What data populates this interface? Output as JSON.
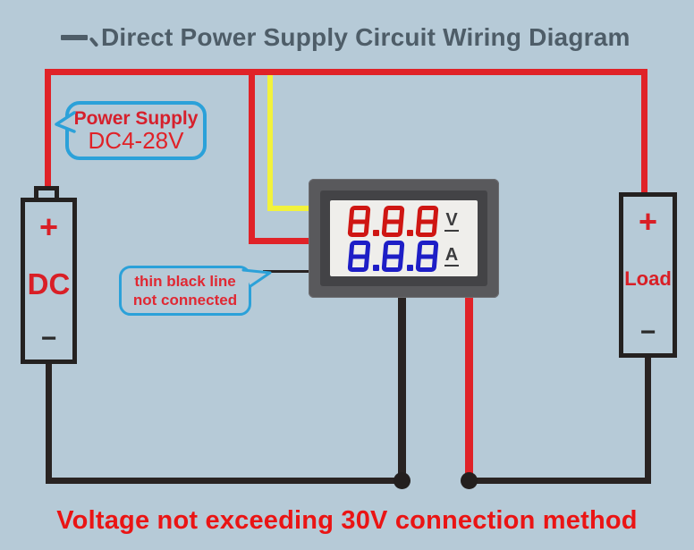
{
  "title": {
    "prefix": "一、",
    "text": "Direct Power Supply Circuit Wiring Diagram"
  },
  "caption": "Voltage not exceeding 30V connection method",
  "callouts": {
    "power_supply": {
      "line1": "Power Supply",
      "line2": "DC4-28V"
    },
    "note": {
      "line1": "thin black line",
      "line2": "not connected"
    }
  },
  "battery": {
    "positive": "+",
    "label": "DC",
    "negative": "−"
  },
  "load": {
    "positive": "+",
    "label": "Load",
    "negative": "−"
  },
  "meter": {
    "voltage": {
      "value": "8.8.8",
      "unit": "V"
    },
    "current": {
      "value": "8.8.8",
      "unit": "A"
    }
  },
  "colors": {
    "background": "#b6cad7",
    "title_text": "#4e5d68",
    "wire_red": "#e02228",
    "wire_yellow": "#f2f23c",
    "wire_black": "#292322",
    "callout_border_blue": "#2ba1d9",
    "callout_text_red": "#e02833",
    "caption_red": "#ea1414",
    "digit_red": "#cf1613",
    "digit_blue": "#1e1ec6",
    "meter_frame_gray": "#59595c"
  }
}
